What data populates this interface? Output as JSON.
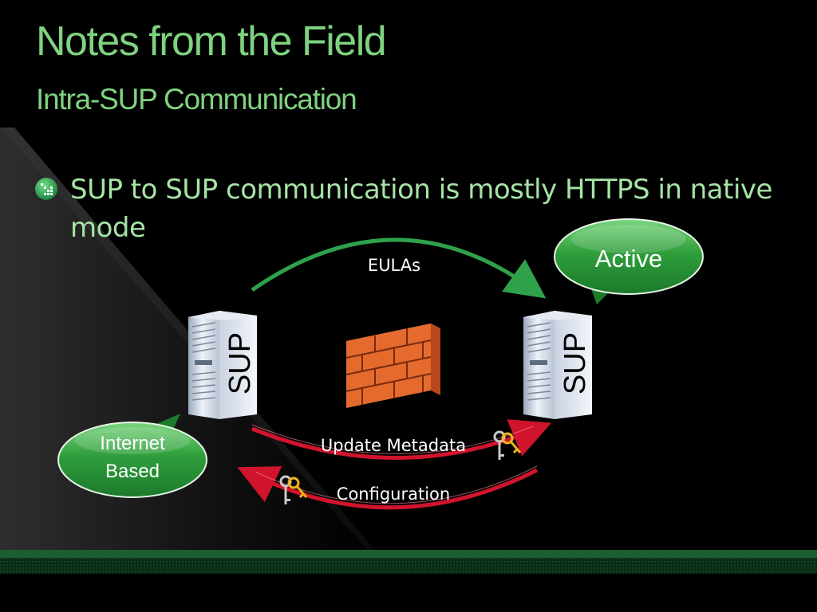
{
  "slide": {
    "title": "Notes from the Field",
    "subtitle": "Intra-SUP Communication",
    "bullets": [
      "SUP to SUP communication is mostly HTTPS in native mode"
    ]
  },
  "diagram": {
    "servers": [
      {
        "label": "SUP",
        "icon": "server-tower-icon"
      },
      {
        "label": "SUP",
        "icon": "server-tower-icon"
      }
    ],
    "callouts": {
      "active": "Active",
      "internet_based_line1": "Internet",
      "internet_based_line2": "Based"
    },
    "flows": {
      "eulas": "EULAs",
      "update_metadata": "Update Metadata",
      "configuration": "Configuration"
    },
    "icons": [
      "firewall-icon",
      "keys-icon"
    ]
  },
  "colors": {
    "title": "#7fd27f",
    "bullet_text": "#a6e3a6",
    "background": "#000000",
    "green_arrow": "#2fa14a",
    "red_arrow": "#d0142c",
    "callout_green": "#2e9e3e",
    "bottom_band": "#1b5e30"
  }
}
